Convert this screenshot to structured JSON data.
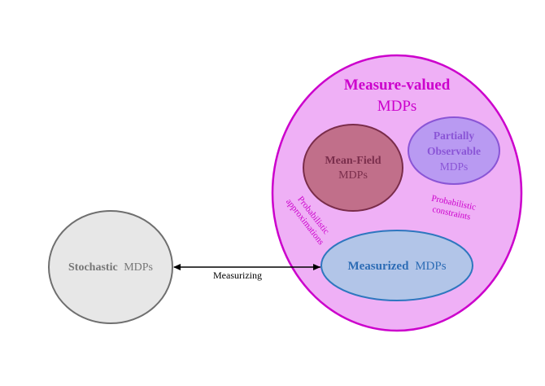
{
  "measure_valued": {
    "title_bold": "Measure-valued",
    "title_rest": "MDPs",
    "fill": "#efb0f6",
    "stroke": "#cc00cc",
    "text_color": "#cc00cc"
  },
  "mean_field": {
    "bold": "Mean-Field",
    "rest": "MDPs",
    "fill": "#c16f8a",
    "stroke": "#7a2c4a",
    "text_color": "#7a2e4c"
  },
  "partially_observable": {
    "bold_line1": "Partially",
    "bold_line2": "Observable",
    "rest": "MDPs",
    "fill": "#b99af2",
    "stroke": "#8a55d6",
    "text_color": "#8a55d6"
  },
  "measurized": {
    "bold": "Measurized",
    "rest": "MDPs",
    "fill": "#b2c5e8",
    "stroke": "#2e77bf",
    "text_color": "#2d6cb5"
  },
  "stochastic": {
    "bold": "Stochastic",
    "rest": "MDPs",
    "fill": "#e7e7e7",
    "stroke": "#6f6f6f",
    "text_color": "#777777"
  },
  "edge_label": "Measurizing",
  "annotations": {
    "probabilistic_approximations_line1": "Probabilistic",
    "probabilistic_approximations_line2": "approximations",
    "probabilistic_constraints_line1": "Probabilistic",
    "probabilistic_constraints_line2": "constraints",
    "color": "#cc00cc"
  }
}
